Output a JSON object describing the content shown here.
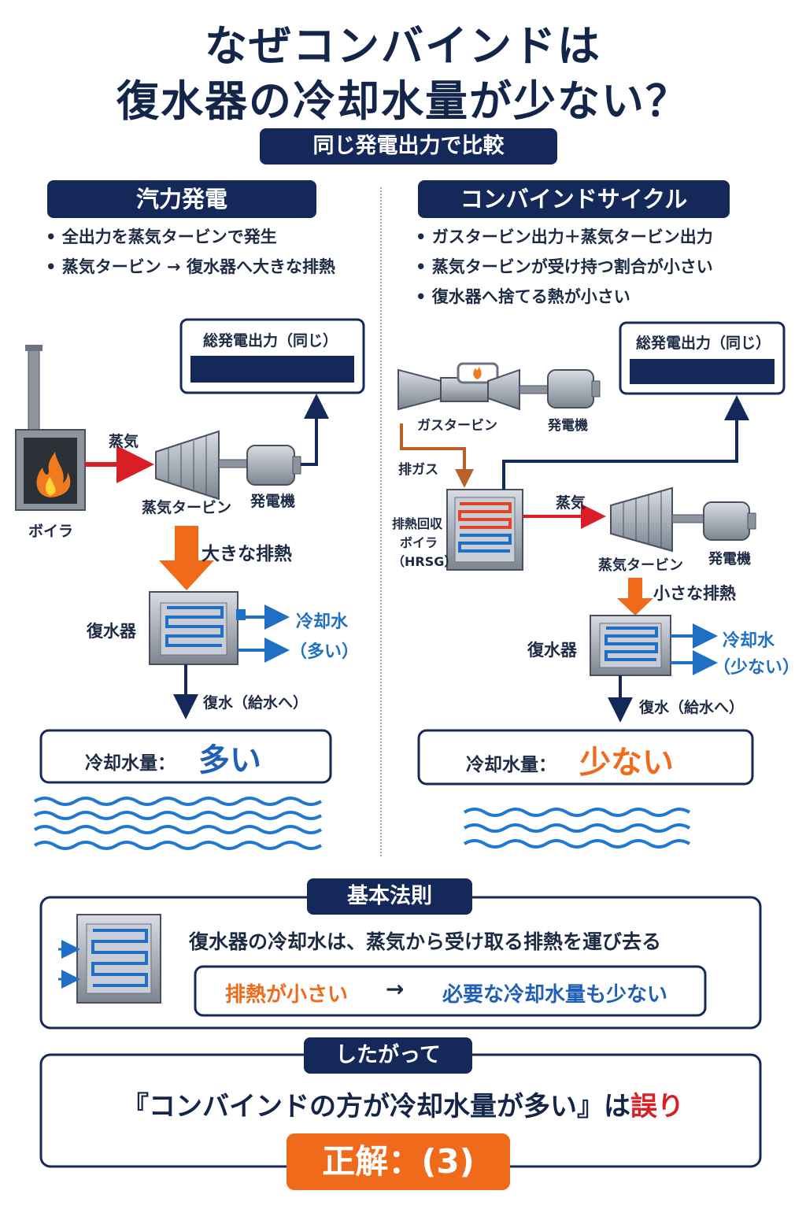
{
  "title": {
    "line1": "なぜコンバインドは",
    "line2": "復水器の冷却水量が少ない？"
  },
  "compare_banner": "同じ発電出力で比較",
  "left": {
    "header": "汽力発電",
    "bullets": [
      "全出力を蒸気タービンで発生",
      "蒸気タービン → 復水器へ大きな排熱"
    ],
    "output_box_label": "総発電出力（同じ）",
    "steam_label": "蒸気",
    "boiler_label": "ボイラ",
    "turbine_label": "蒸気タービン",
    "generator_label": "発電機",
    "exhaust_label": "大きな排熱",
    "condenser_label": "復水器",
    "cooling_label_1": "冷却水",
    "cooling_label_2": "（多い）",
    "return_label": "復水（給水へ）",
    "result_prefix": "冷却水量：",
    "result_value": "多い"
  },
  "right": {
    "header": "コンバインドサイクル",
    "bullets": [
      "ガスタービン出力＋蒸気タービン出力",
      "蒸気タービンが受け持つ割合が小さい",
      "復水器へ捨てる熱が小さい"
    ],
    "output_box_label": "総発電出力（同じ）",
    "gas_turbine_label": "ガスタービン",
    "generator_label_top": "発電機",
    "exhaust_gas_label": "排ガス",
    "hrsg_label_1": "排熱回収",
    "hrsg_label_2": "ボイラ",
    "hrsg_label_3": "（HRSG）",
    "steam_label": "蒸気",
    "turbine_label": "蒸気タービン",
    "generator_label": "発電機",
    "exhaust_label": "小さな排熱",
    "condenser_label": "復水器",
    "cooling_label_1": "冷却水",
    "cooling_label_2": "（少ない）",
    "return_label": "復水（給水へ）",
    "result_prefix": "冷却水量：",
    "result_value": "少ない"
  },
  "rule": {
    "header": "基本法則",
    "text": "復水器の冷却水は、蒸気から受け取る排熱を運び去る",
    "cause": "排熱が小さい",
    "arrow": "→",
    "effect": "必要な冷却水量も少ない"
  },
  "conclusion": {
    "header": "したがって",
    "statement_main": "『コンバインドの方が冷却水量が多い』は",
    "statement_wrong": "誤り",
    "answer": "正解：(3)"
  },
  "colors": {
    "navy": "#14285a",
    "orange": "#ef6a1a",
    "blue": "#1f6fc5",
    "red": "#d81f26"
  }
}
